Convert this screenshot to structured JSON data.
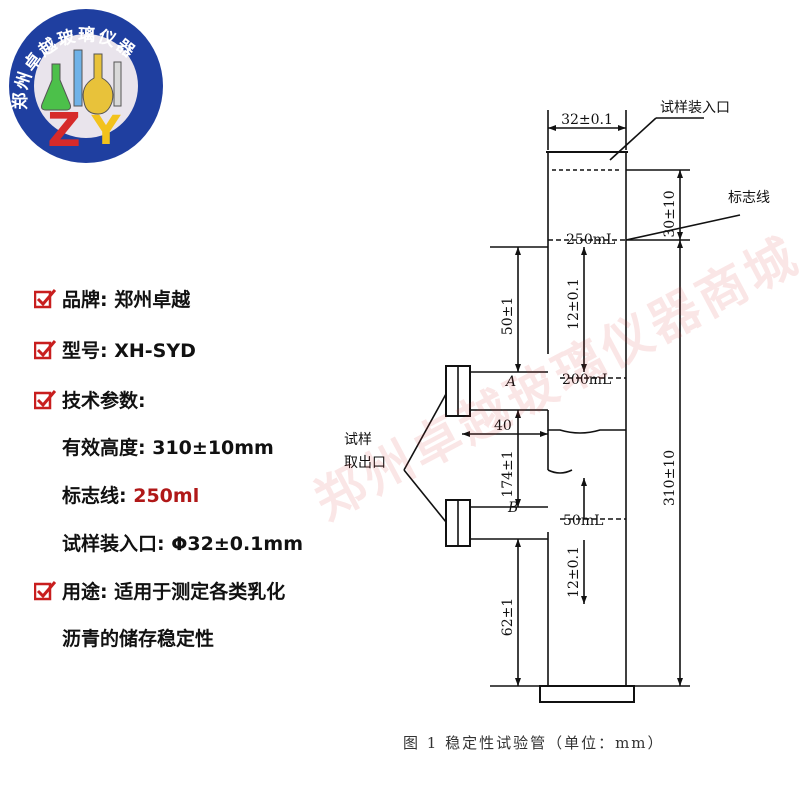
{
  "logo": {
    "arc_text": "郑州卓越玻璃仪器",
    "monogram": "ZY",
    "colors": {
      "ring": "#1f3fa0",
      "inner": "#e9e4ec",
      "z": "#d62a2a",
      "y": "#f2c21c"
    }
  },
  "specs": {
    "brand": {
      "label": "品牌:",
      "value": "郑州卓越"
    },
    "model": {
      "label": "型号:",
      "value": "XH-SYD"
    },
    "tech_title": "技术参数:",
    "height": {
      "label": "有效高度:",
      "value": "310±10mm"
    },
    "mark_line": {
      "label": "标志线:",
      "value": "250ml"
    },
    "inlet": {
      "label": "试样装入口:",
      "value": "Φ32±0.1mm"
    },
    "usage": {
      "label": "用途:",
      "value_line1": "适用于测定各类乳化",
      "value_line2": "沥青的储存稳定性"
    },
    "check_color": "#c81e1e"
  },
  "diagram": {
    "top_dim": "32±0.1",
    "inlet_label": "试样装入口",
    "mark_line_label": "标志线",
    "vol_250": "250mL",
    "vol_200": "200mL",
    "vol_50": "50mL",
    "dim_30": "30±10",
    "dim_50": "50±1",
    "dim_12_top": "12±0.1",
    "dim_12_bottom": "12±0.1",
    "dim_40": "40",
    "dim_174": "174±1",
    "dim_62": "62±1",
    "dim_310": "310±10",
    "port_a": "A",
    "port_b": "B",
    "outlet_label_1": "试样",
    "outlet_label_2": "取出口"
  },
  "watermark": "郑州卓越玻璃仪器商城",
  "caption": "图 1    稳定性试验管（单位：mm）"
}
